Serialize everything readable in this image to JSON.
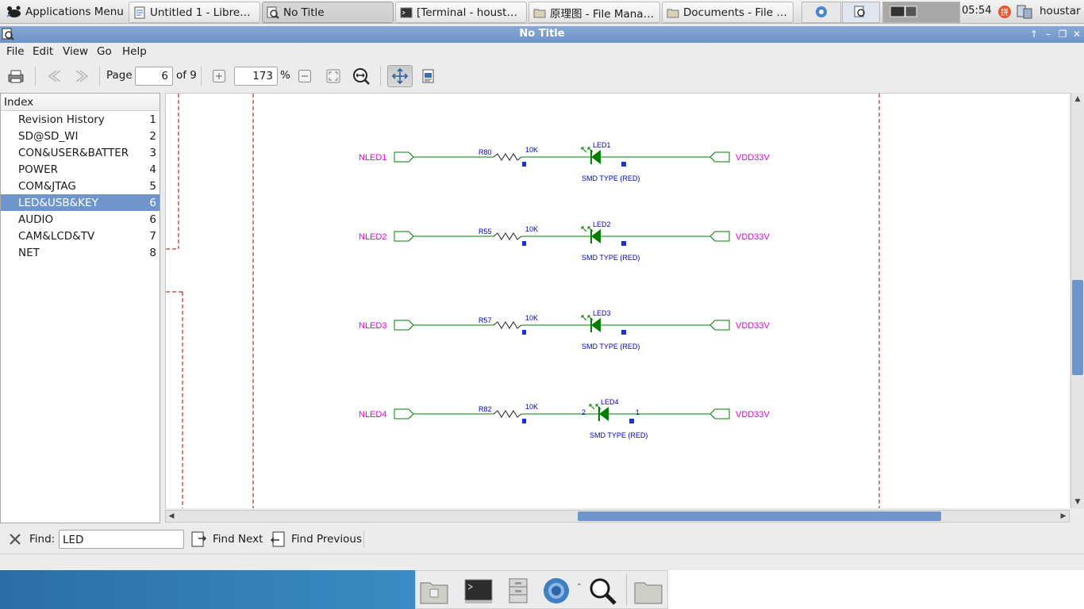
{
  "top_panel": {
    "apps_menu_label": "Applications Menu",
    "tasks": [
      {
        "label": "Untitled 1 - LibreO...",
        "icon": "document-icon"
      },
      {
        "label": "No Title",
        "icon": "viewer-icon",
        "active": true
      },
      {
        "label": "[Terminal - houstar...",
        "icon": "terminal-icon"
      },
      {
        "label": "原理图 - File Manager",
        "icon": "folder-icon"
      },
      {
        "label": "Documents - File M...",
        "icon": "folder-icon"
      }
    ],
    "clock": "05:54",
    "user": "houstar"
  },
  "window": {
    "title": "No Title"
  },
  "menubar": {
    "file": "File",
    "edit": "Edit",
    "view": "View",
    "go": "Go",
    "help": "Help"
  },
  "toolbar": {
    "page_label": "Page",
    "page_value": "6",
    "page_of": "of 9",
    "zoom_value": "173",
    "zoom_unit": "%"
  },
  "sidebar": {
    "header": "Index",
    "items": [
      {
        "label": "Revision History",
        "page": "1"
      },
      {
        "label": "SD@SD_WI",
        "page": "2"
      },
      {
        "label": "CON&USER&BATTER",
        "page": "3"
      },
      {
        "label": "POWER",
        "page": "4"
      },
      {
        "label": "COM&JTAG",
        "page": "5"
      },
      {
        "label": "LED&USB&KEY",
        "page": "6",
        "selected": true
      },
      {
        "label": "AUDIO",
        "page": "6"
      },
      {
        "label": "CAM&LCD&TV",
        "page": "7"
      },
      {
        "label": "NET",
        "page": "8"
      }
    ]
  },
  "schematic": {
    "rows": [
      {
        "net": "NLED1",
        "resistor": "R80",
        "value": "10K",
        "led": "LED1",
        "type": "SMD TYPE (RED)",
        "supply": "VDD33V"
      },
      {
        "net": "NLED2",
        "resistor": "R55",
        "value": "10K",
        "led": "LED2",
        "type": "SMD TYPE (RED)",
        "supply": "VDD33V"
      },
      {
        "net": "NLED3",
        "resistor": "R57",
        "value": "10K",
        "led": "LED3",
        "type": "SMD TYPE (RED)",
        "supply": "VDD33V"
      },
      {
        "net": "NLED4",
        "resistor": "R82",
        "value": "10K",
        "led": "LED4",
        "type": "SMD TYPE (RED)",
        "supply": "VDD33V",
        "pin_left": "2",
        "pin_right": "1"
      }
    ],
    "colors": {
      "wire": "#007f00",
      "label": "#e000e0",
      "text": "#0000c8",
      "border": "#b00000"
    }
  },
  "findbar": {
    "find_label": "Find:",
    "find_value": "LED",
    "find_next": "Find Next",
    "find_previous": "Find Previous"
  }
}
